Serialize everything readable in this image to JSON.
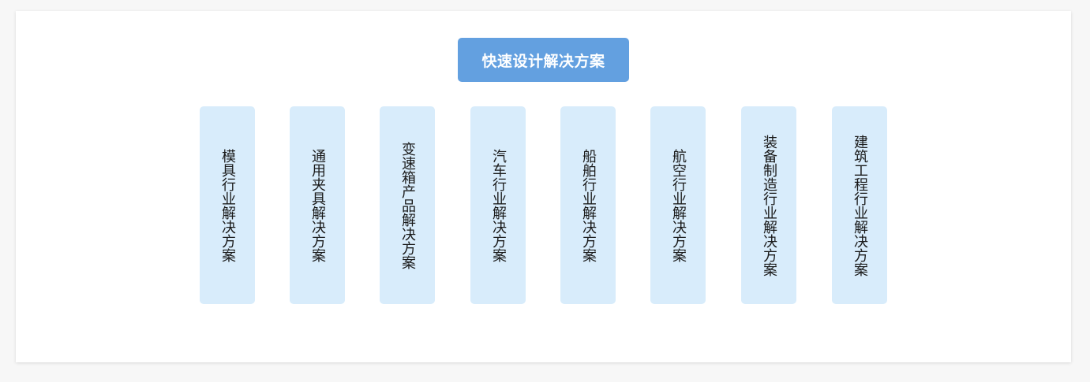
{
  "root": {
    "label": "快速设计解决方案"
  },
  "children": [
    {
      "label": "模具行业解决方案"
    },
    {
      "label": "通用夹具解决方案"
    },
    {
      "label": "变速箱产品解决方案"
    },
    {
      "label": "汽车行业解决方案"
    },
    {
      "label": "船舶行业解决方案"
    },
    {
      "label": "航空行业解决方案"
    },
    {
      "label": "装备制造行业解决方案"
    },
    {
      "label": "建筑工程行业解决方案"
    }
  ],
  "colors": {
    "root_fill": "#63a0e0",
    "child_fill": "#d8ecfb",
    "root_text": "#ffffff",
    "child_text": "#1a1a1a"
  }
}
